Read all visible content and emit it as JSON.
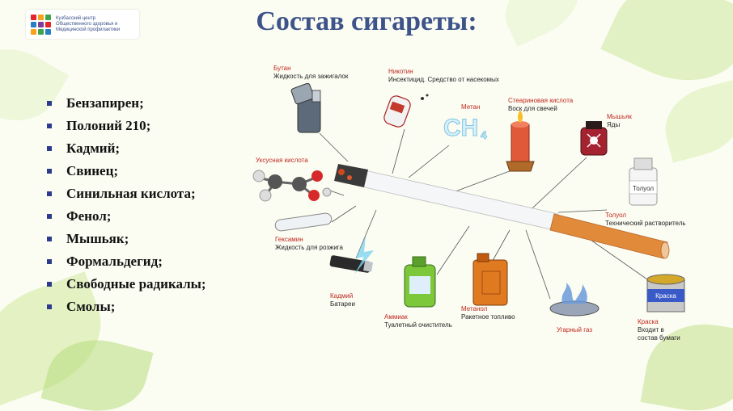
{
  "logo": {
    "line1": "Кузбасский центр",
    "line2": "Общественного здоровья и",
    "line3": "Медицинской профилактики",
    "colors": [
      "#e2262a",
      "#f7a21b",
      "#3fa34d",
      "#2a7fc1",
      "#7b3f98",
      "#e2262a",
      "#f7a21b",
      "#3fa34d",
      "#2a7fc1"
    ]
  },
  "title": "Состав сигареты:",
  "items": [
    "Бензапирен;",
    "Полоний 210;",
    "Кадмий;",
    "Свинец;",
    "Синильная кислота;",
    "Фенол;",
    "Мышьяк;",
    "Формальдегид;",
    "Свободные радикалы;",
    "Смолы;"
  ],
  "labels": {
    "butane": {
      "name": "Бутан",
      "desc": "Жидкость для зажигалок"
    },
    "nicotine": {
      "name": "Никотин",
      "desc": "Инсектицид. Средство от насекомых"
    },
    "methane": {
      "name": "Метан",
      "formula": "CH4"
    },
    "stearic": {
      "name": "Стеариновая кислота",
      "desc": "Воск для свечей"
    },
    "arsenic": {
      "name": "Мышьяк",
      "desc": "Яды"
    },
    "acetic": {
      "name": "Уксусная кислота"
    },
    "toluene_bottle": "Толуол",
    "toluene": {
      "name": "Толуол",
      "desc": "Технический растворитель"
    },
    "hexamine": {
      "name": "Гексамин",
      "desc": "Жидкость для розжига"
    },
    "cadmium": {
      "name": "Кадмий",
      "desc": "Батареи"
    },
    "ammonia": {
      "name": "Аммиак",
      "desc": "Туалетный очиститель"
    },
    "methanol": {
      "name": "Метанол",
      "desc": "Ракетное топливо"
    },
    "co": {
      "name": "Угарный газ"
    },
    "paint_can": "Краска",
    "paint": {
      "name": "Краска",
      "desc1": "Входит в",
      "desc2": "состав бумаги"
    }
  }
}
